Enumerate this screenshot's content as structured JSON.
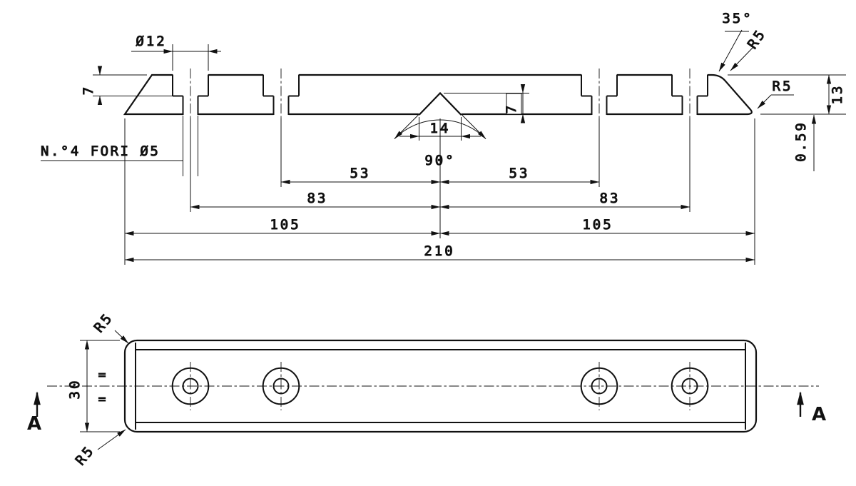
{
  "section_view": {
    "dims": {
      "counterbore_dia": "Ø12",
      "counterbore_depth": "7",
      "holes_note": "N.°4 FORI Ø5",
      "vee_depth": "7",
      "vee_width": "14",
      "vee_angle": "90°",
      "inner_pitch_left": "53",
      "inner_pitch_right": "53",
      "outer_pitch_left": "83",
      "outer_pitch_right": "83",
      "half_length_left": "105",
      "half_length_right": "105",
      "total_length": "210",
      "end_chamfer_angle": "35°",
      "radius_top_right": "R5",
      "radius_bottom_right": "R5",
      "thickness": "13",
      "aux_height": "0.59"
    }
  },
  "plan_view": {
    "dims": {
      "width": "30",
      "equal_top": "=",
      "equal_bottom": "=",
      "radius_top_left": "R5",
      "radius_bottom_left": "R5"
    },
    "section_marks": {
      "left": "A",
      "right": "A"
    }
  }
}
